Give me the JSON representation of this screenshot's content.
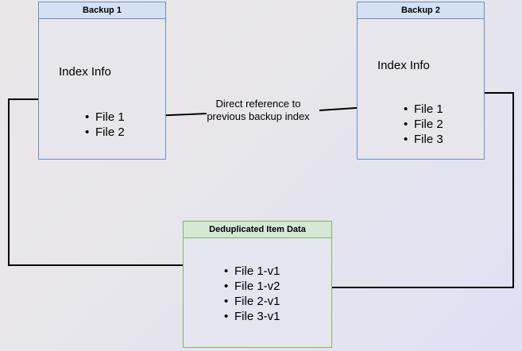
{
  "diagram": {
    "title": "Backup deduplication index reference diagram",
    "background_from": "#e8e6e6",
    "background_to": "#e0e0f5",
    "blue_border": "#6c8ebf",
    "blue_header_fill": "#d4e1f5",
    "green_border": "#82b366",
    "green_header_fill": "#d5e8d4",
    "body_fill": "#e6e6ec",
    "connector_color": "#000000"
  },
  "nodes": {
    "backup1": {
      "header": "Backup 1",
      "index_label": "Index Info",
      "files": [
        {
          "label": "File 1"
        },
        {
          "label": "File 2"
        }
      ]
    },
    "backup2": {
      "header": "Backup 2",
      "index_label": "Index Info",
      "files": [
        {
          "label": "File 1"
        },
        {
          "label": "File 2"
        },
        {
          "label": "File 3"
        }
      ]
    },
    "dedup": {
      "header": "Deduplicated Item Data",
      "files": [
        {
          "label": "File 1-v1"
        },
        {
          "label": "File 1-v2"
        },
        {
          "label": "File 2-v1"
        },
        {
          "label": "File 3-v1"
        }
      ]
    }
  },
  "annotations": {
    "direct_reference": {
      "line1": "Direct reference to",
      "line2": "previous backup index"
    }
  },
  "connectors": [
    {
      "name": "backup2-index-to-backup1-index",
      "from": "Backup 2 / File 2",
      "to": "Backup 1 / File 2",
      "arrowhead": "end"
    },
    {
      "name": "backup1-file1-to-dedup",
      "from": "Backup 1 / File 1",
      "to": "Deduplicated Item Data / File 1-v1",
      "arrowhead": "end"
    },
    {
      "name": "backup2-file1-to-dedup",
      "from": "Backup 2 / File 1",
      "to": "Deduplicated Item Data / File 1-v2",
      "arrowhead": "end"
    }
  ]
}
